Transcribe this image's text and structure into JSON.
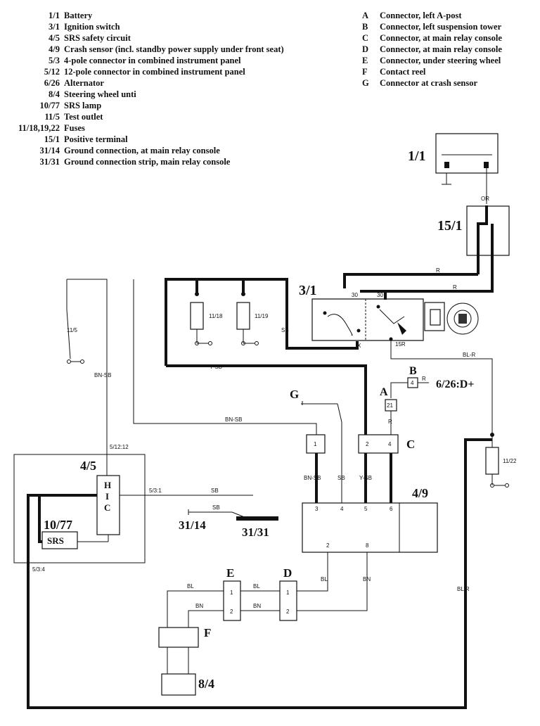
{
  "legend_left": [
    {
      "code": "1/1",
      "desc": "Battery"
    },
    {
      "code": "3/1",
      "desc": "Ignition switch"
    },
    {
      "code": "4/5",
      "desc": "SRS safety circuit"
    },
    {
      "code": "4/9",
      "desc": "Crash sensor (incl. standby power supply under front seat)"
    },
    {
      "code": "5/3",
      "desc": "4-pole connector in combined instrument panel"
    },
    {
      "code": "5/12",
      "desc": "12-pole connector in combined instrument panel"
    },
    {
      "code": "6/26",
      "desc": "Alternator"
    },
    {
      "code": "8/4",
      "desc": "Steering wheel unti"
    },
    {
      "code": "10/77",
      "desc": "SRS lamp"
    },
    {
      "code": "11/5",
      "desc": "Test outlet"
    },
    {
      "code": "11/18,19,22",
      "desc": "Fuses"
    },
    {
      "code": "15/1",
      "desc": "Positive terminal"
    },
    {
      "code": "31/14",
      "desc": "Ground connection, at main relay console"
    },
    {
      "code": "31/31",
      "desc": "Ground connection strip, main relay console"
    }
  ],
  "legend_right": [
    {
      "code": "A",
      "desc": "Connector, left A-post"
    },
    {
      "code": "B",
      "desc": "Connector, left suspension tower"
    },
    {
      "code": "C",
      "desc": "Connector, at main relay console"
    },
    {
      "code": "D",
      "desc": "Connector, at main relay console"
    },
    {
      "code": "E",
      "desc": "Connector, under steering wheel"
    },
    {
      "code": "F",
      "desc": "Contact reel"
    },
    {
      "code": "G",
      "desc": "Connector at crash sensor"
    }
  ],
  "components": {
    "battery": "1/1",
    "positive_terminal": "15/1",
    "ignition_switch": "3/1",
    "fuse_a": "11/18",
    "fuse_b": "11/19",
    "fuse_c": "11/22",
    "test_outlet": "11/5",
    "srs_circuit": "4/5",
    "srs_lamp": "10/77",
    "srs_lamp_text": "SRS",
    "hic_text": [
      "H",
      "I",
      "C"
    ],
    "crash_sensor": "4/9",
    "ground_a": "31/14",
    "ground_b": "31/31",
    "steering_unit": "8/4",
    "alternator_ref": "6/26:D+",
    "conn_a": "A",
    "conn_b": "B",
    "conn_c": "C",
    "conn_d": "D",
    "conn_e": "E",
    "conn_f": "F",
    "conn_g": "G"
  },
  "pins": {
    "ign_30a": "30",
    "ign_30b": "30",
    "ign_x": "X",
    "ign_15r": "15R",
    "conn_b_pin": "4",
    "conn_a_pin": "21",
    "g_pin": "1",
    "c_pin_2": "2",
    "c_pin_4": "4",
    "cs_pin_3": "3",
    "cs_pin_4": "4",
    "cs_pin_5": "5",
    "cs_pin_6": "6",
    "cs_pin_2": "2",
    "cs_pin_8": "8",
    "e_pin_1": "1",
    "e_pin_2": "2",
    "d_pin_1": "1",
    "d_pin_2": "2",
    "p_5_12_12": "5/12:12",
    "p_5_3_1": "5/3:1",
    "p_5_3_4": "5/3:4"
  },
  "wires": {
    "or": "OR",
    "r1": "R",
    "r2": "R",
    "sb_fuse": "SB",
    "y_sb": "Y-SB",
    "bl_r_top": "BL-R",
    "bn_sb_left": "BN-SB",
    "bn_sb_mid": "BN-SB",
    "bn_sb_cs": "BN-SB",
    "sb_cs": "SB",
    "y_sb_cs": "Y-SB",
    "sb_h1": "SB",
    "sb_h2": "SB",
    "bl_d": "BL",
    "bn_d": "BN",
    "bl_e": "BL",
    "bn_e": "BN",
    "bl_f": "BL",
    "bn_f": "BN",
    "bl_r_right": "BL R",
    "r_b": "R",
    "r_a": "R"
  }
}
